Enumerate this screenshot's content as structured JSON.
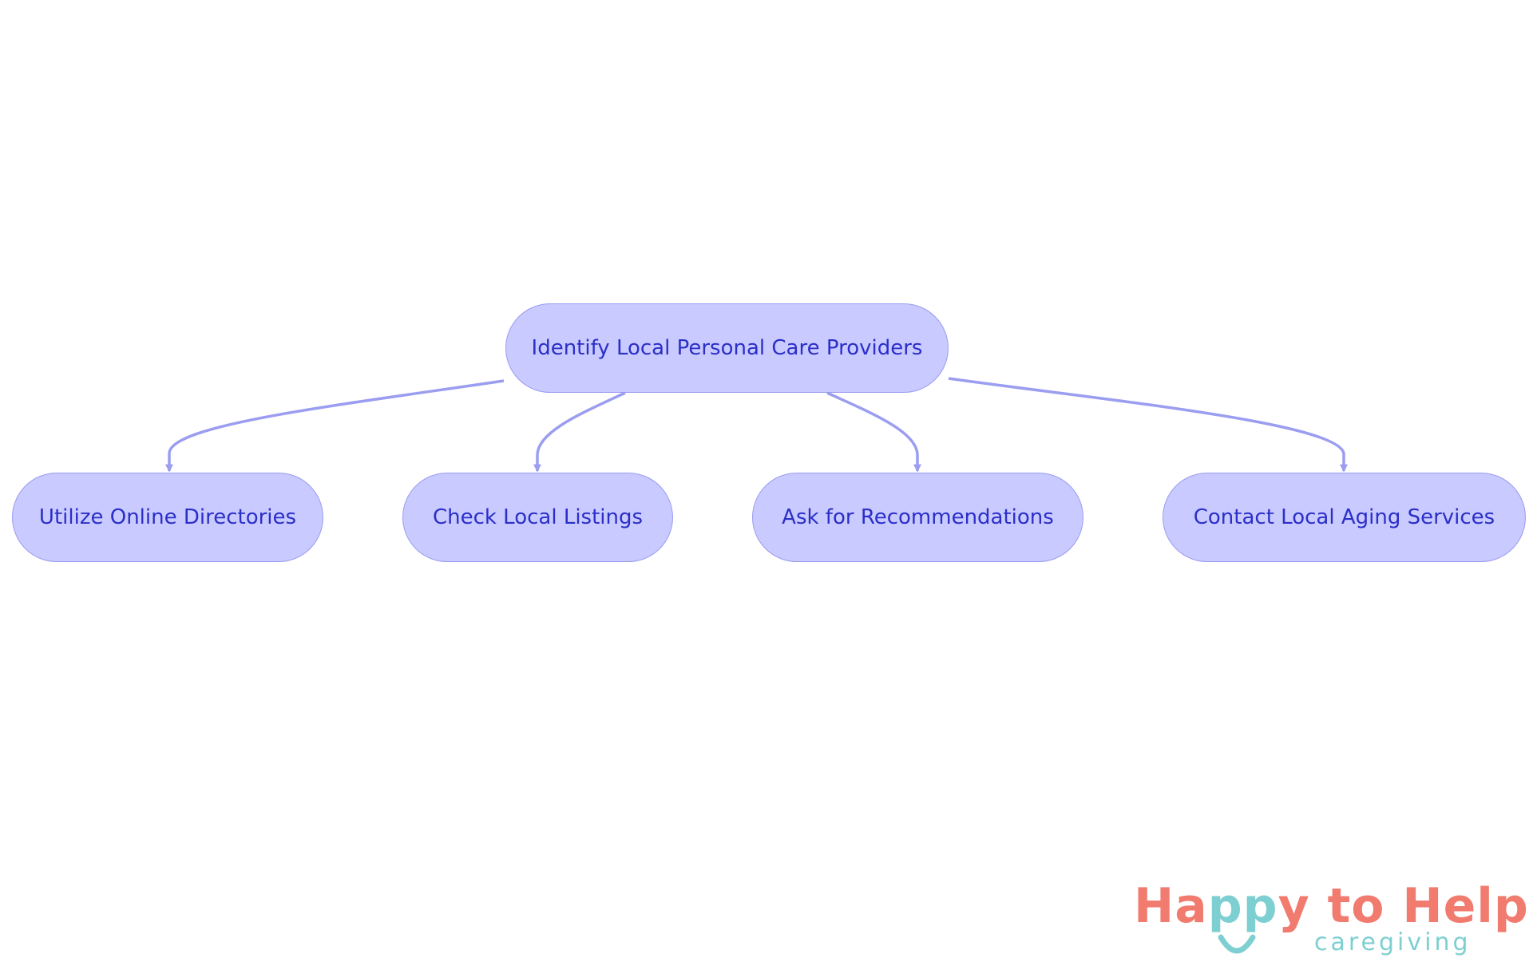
{
  "diagram": {
    "root": {
      "label": "Identify Local Personal Care Providers"
    },
    "children": [
      {
        "label": "Utilize Online Directories"
      },
      {
        "label": "Check Local Listings"
      },
      {
        "label": "Ask for Recommendations"
      },
      {
        "label": "Contact Local Aging Services"
      }
    ],
    "edges": [
      {
        "from": "root",
        "to": 0
      },
      {
        "from": "root",
        "to": 1
      },
      {
        "from": "root",
        "to": 2
      },
      {
        "from": "root",
        "to": 3
      }
    ]
  },
  "logo": {
    "name_part1": "Ha",
    "name_part2": "pp",
    "name_part3": "y to Help",
    "tagline": "caregiving"
  },
  "colors": {
    "node_fill": "#c9caff",
    "node_border": "#9a9cf0",
    "node_text": "#2b2fc8",
    "edge": "#9b9df0",
    "logo_coral": "#f07b6e",
    "logo_teal": "#7ecfd1"
  }
}
